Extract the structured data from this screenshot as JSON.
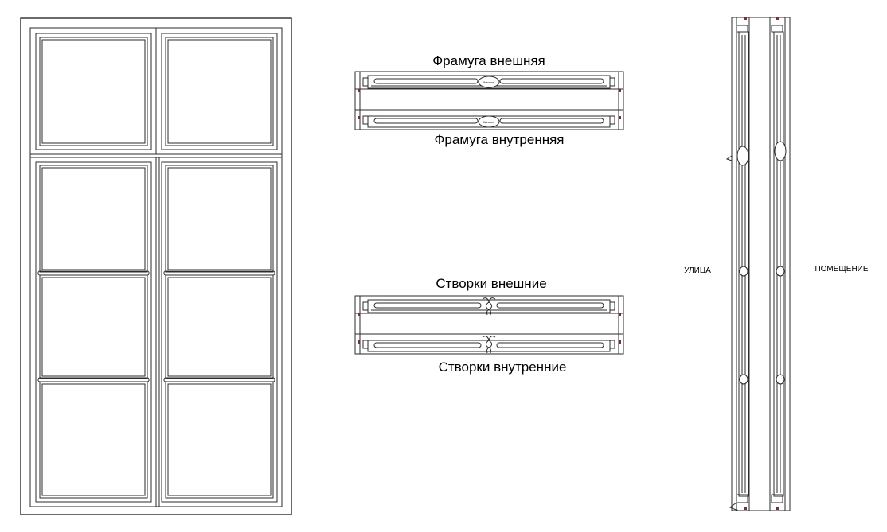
{
  "labels": {
    "transom_outer": "Фрамуга внешняя",
    "transom_inner": "Фрамуга внутренняя",
    "sashes_outer": "Створки внешние",
    "sashes_inner": "Створки внутренние",
    "street": "УЛИЦА",
    "room": "ПОМЕЩЕНИЕ"
  },
  "stamps": {
    "brand": "Window"
  },
  "colors": {
    "line": "#2b2b2b",
    "accent": "#7a2f2f"
  }
}
